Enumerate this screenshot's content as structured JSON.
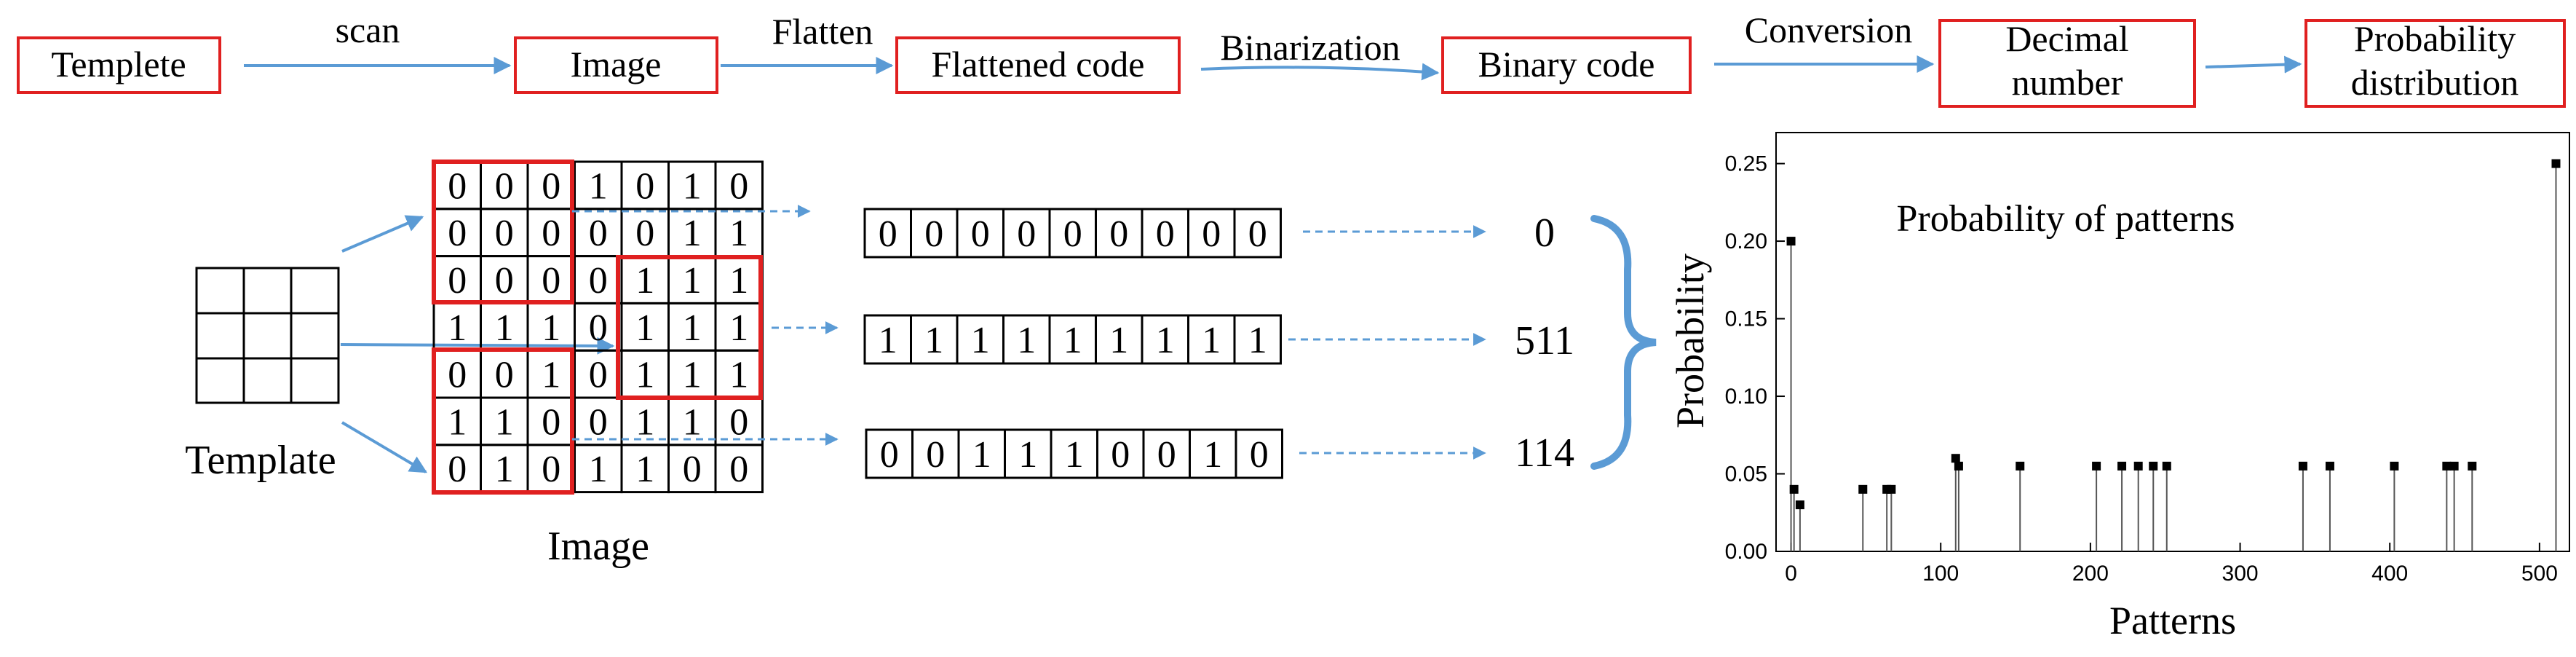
{
  "flow": {
    "boxes": [
      {
        "lines": [
          "Templete"
        ]
      },
      {
        "lines": [
          "Image"
        ]
      },
      {
        "lines": [
          "Flattened code"
        ]
      },
      {
        "lines": [
          "Binary code"
        ]
      },
      {
        "lines": [
          "Decimal",
          "number"
        ]
      },
      {
        "lines": [
          "Probability",
          "distribution"
        ]
      }
    ],
    "arrow_labels": [
      "scan",
      "Flatten",
      "Binarization",
      "Conversion",
      ""
    ]
  },
  "template_label": "Template",
  "image_label": "Image",
  "image_grid": [
    [
      0,
      0,
      0,
      1,
      0,
      1,
      0
    ],
    [
      0,
      0,
      0,
      0,
      0,
      1,
      1
    ],
    [
      0,
      0,
      0,
      0,
      1,
      1,
      1
    ],
    [
      1,
      1,
      1,
      0,
      1,
      1,
      1
    ],
    [
      0,
      0,
      1,
      0,
      1,
      1,
      1
    ],
    [
      1,
      1,
      0,
      0,
      1,
      1,
      0
    ],
    [
      0,
      1,
      0,
      1,
      1,
      0,
      0
    ]
  ],
  "flattened_codes": [
    [
      0,
      0,
      0,
      0,
      0,
      0,
      0,
      0,
      0
    ],
    [
      1,
      1,
      1,
      1,
      1,
      1,
      1,
      1,
      1
    ],
    [
      0,
      0,
      1,
      1,
      1,
      0,
      0,
      1,
      0
    ]
  ],
  "decimal_values": [
    "0",
    "511",
    "114"
  ],
  "colors": {
    "box_border": "#e02020",
    "arrow": "#5b9bd5",
    "black": "#000000"
  },
  "chart_data": {
    "type": "scatter",
    "title": "Probability of patterns",
    "xlabel": "Patterns",
    "ylabel": "Probability",
    "xlim": [
      -10,
      520
    ],
    "ylim": [
      0,
      0.27
    ],
    "xticks": [
      0,
      100,
      200,
      300,
      400,
      500
    ],
    "yticks": [
      0.0,
      0.05,
      0.1,
      0.15,
      0.2,
      0.25
    ],
    "ytick_labels": [
      "0.00",
      "0.05",
      "0.10",
      "0.15",
      "0.20",
      "0.25"
    ],
    "style": "stem",
    "points": [
      {
        "x": 0,
        "y": 0.2
      },
      {
        "x": 2,
        "y": 0.04
      },
      {
        "x": 6,
        "y": 0.03
      },
      {
        "x": 48,
        "y": 0.04
      },
      {
        "x": 64,
        "y": 0.04
      },
      {
        "x": 67,
        "y": 0.04
      },
      {
        "x": 110,
        "y": 0.06
      },
      {
        "x": 112,
        "y": 0.055
      },
      {
        "x": 153,
        "y": 0.055
      },
      {
        "x": 204,
        "y": 0.055
      },
      {
        "x": 221,
        "y": 0.055
      },
      {
        "x": 232,
        "y": 0.055
      },
      {
        "x": 242,
        "y": 0.055
      },
      {
        "x": 251,
        "y": 0.055
      },
      {
        "x": 342,
        "y": 0.055
      },
      {
        "x": 360,
        "y": 0.055
      },
      {
        "x": 403,
        "y": 0.055
      },
      {
        "x": 438,
        "y": 0.055
      },
      {
        "x": 443,
        "y": 0.055
      },
      {
        "x": 455,
        "y": 0.055
      },
      {
        "x": 511,
        "y": 0.25
      }
    ]
  }
}
